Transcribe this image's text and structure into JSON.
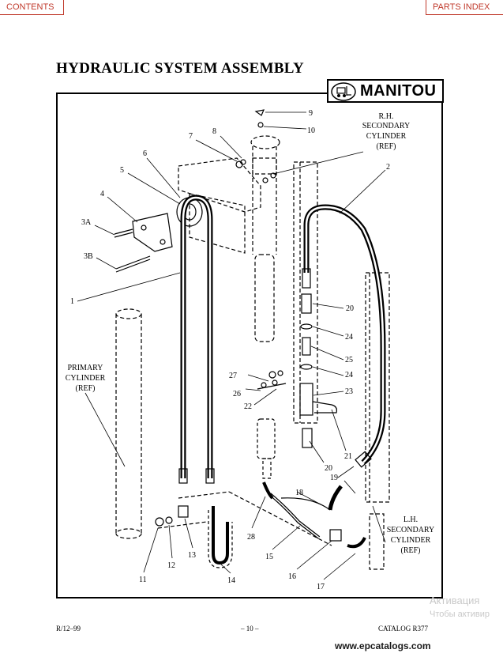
{
  "nav": {
    "contents": "CONTENTS",
    "parts_index": "PARTS INDEX"
  },
  "title": "HYDRAULIC SYSTEM ASSEMBLY",
  "logo": {
    "text": "MANITOU"
  },
  "callouts": {
    "c1": "1",
    "c2": "2",
    "c3a": "3A",
    "c3b": "3B",
    "c4": "4",
    "c5": "5",
    "c6": "6",
    "c7": "7",
    "c8": "8",
    "c9": "9",
    "c10": "10",
    "c11": "11",
    "c12": "12",
    "c13": "13",
    "c14": "14",
    "c15": "15",
    "c16": "16",
    "c17": "17",
    "c18": "18",
    "c19": "19",
    "c20a": "20",
    "c20b": "20",
    "c21": "21",
    "c22": "22",
    "c23": "23",
    "c24a": "24",
    "c24b": "24",
    "c25": "25",
    "c26": "26",
    "c27": "27",
    "c28": "28"
  },
  "labels": {
    "rh": [
      "R.H.",
      "SECONDARY",
      "CYLINDER",
      "(REF)"
    ],
    "primary": [
      "PRIMARY",
      "CYLINDER",
      "(REF)"
    ],
    "lh": [
      "L.H.",
      "SECONDARY",
      "CYLINDER",
      "(REF)"
    ]
  },
  "footer": {
    "left": "R/12–99",
    "center": "– 10 –",
    "right": "CATALOG R377"
  },
  "watermark": {
    "line1": "Активация",
    "line2": "Чтобы активир"
  },
  "site": "www.epcatalogs.com"
}
